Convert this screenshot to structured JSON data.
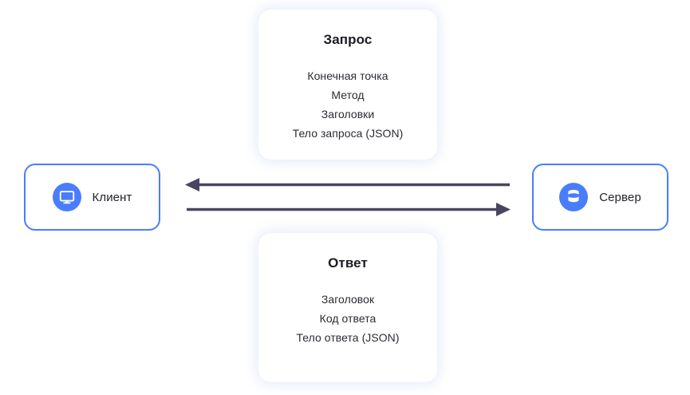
{
  "diagram": {
    "title": "Client-server request/response diagram",
    "colors": {
      "node_border": "#4a7dfc",
      "node_icon_circle": "#4a7dfc",
      "arrow": "#4a4463",
      "card_shadow": "#cdd8f3",
      "background": "#ffffff",
      "text": "#22232b"
    },
    "nodes": [
      {
        "id": "client",
        "label": "Клиент",
        "icon": "monitor-icon"
      },
      {
        "id": "server",
        "label": "Сервер",
        "icon": "database-icon"
      }
    ],
    "cards": [
      {
        "id": "request",
        "title": "Запрос",
        "lines": [
          "Конечная точка",
          "Метод",
          "Заголовки",
          "Тело запроса (JSON)"
        ]
      },
      {
        "id": "response",
        "title": "Ответ",
        "lines": [
          "Заголовок",
          "Код ответа",
          "Тело ответа (JSON)"
        ]
      }
    ],
    "arrows": [
      {
        "id": "response-arrow",
        "direction": "left",
        "from": "server",
        "to": "client"
      },
      {
        "id": "request-arrow",
        "direction": "right",
        "from": "client",
        "to": "server"
      }
    ]
  }
}
